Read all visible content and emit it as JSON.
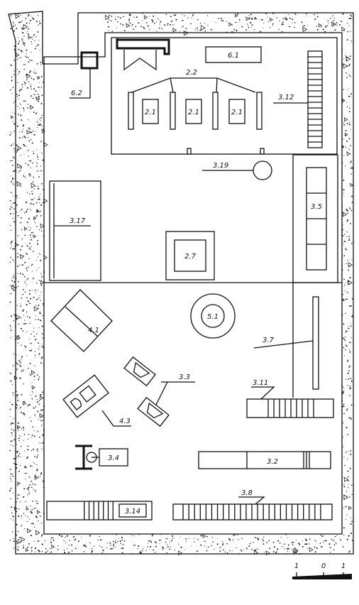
{
  "labels": {
    "l61": "6.1",
    "l62": "6.2",
    "l22": "2.2",
    "l21a": "2.1",
    "l21b": "2.1",
    "l21c": "2.1",
    "l312": "3.12",
    "l319": "3.19",
    "l317": "3.17",
    "l27": "2.7",
    "l35": "3.5",
    "l41": "4.1",
    "l51": "5.1",
    "l37": "3.7",
    "l33": "3.3",
    "l311": "3.11",
    "l43": "4.3",
    "l34": "3.4",
    "l32": "3.2",
    "l38": "3.8",
    "l314": "3.14"
  },
  "scale": {
    "left": "1",
    "mid": "0",
    "right": "1"
  },
  "colors": {
    "ink": "#111111",
    "paper": "#ffffff"
  }
}
